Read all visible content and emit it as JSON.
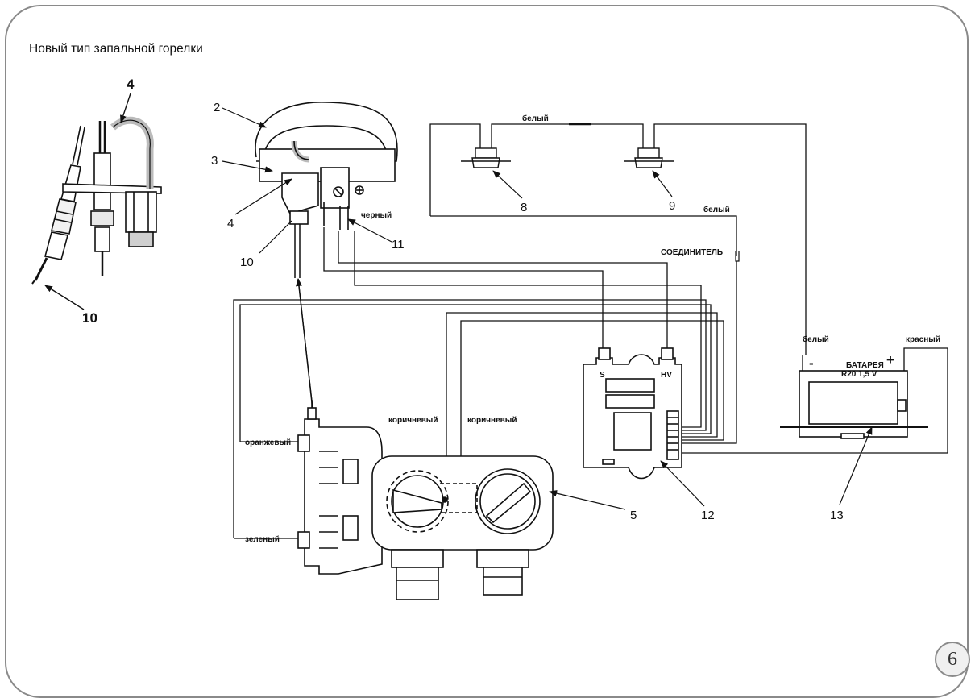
{
  "heading": "Новый тип запальной горелки",
  "page_number": "6",
  "callouts": {
    "c2": "2",
    "c3": "3",
    "c4": "4",
    "c4_left": "4",
    "c5": "5",
    "c8": "8",
    "c9": "9",
    "c10": "10",
    "c10_left": "10",
    "c11": "11",
    "c12": "12",
    "c13": "13"
  },
  "wire_labels": {
    "white_top": "белый",
    "white_right": "белый",
    "white_battery": "белый",
    "black": "черный",
    "connector": "СОЕДИНИТЕЛЬ",
    "red": "красный",
    "orange": "оранжевый",
    "green": "зеленый",
    "brown_1": "коричневый",
    "brown_2": "коричневый"
  },
  "ignition_unit": {
    "terminal_s": "S",
    "terminal_hv": "HV"
  },
  "battery": {
    "label": "БАТАРЕЯ",
    "spec": "R20 1,5 V",
    "minus": "-",
    "plus": "+"
  }
}
